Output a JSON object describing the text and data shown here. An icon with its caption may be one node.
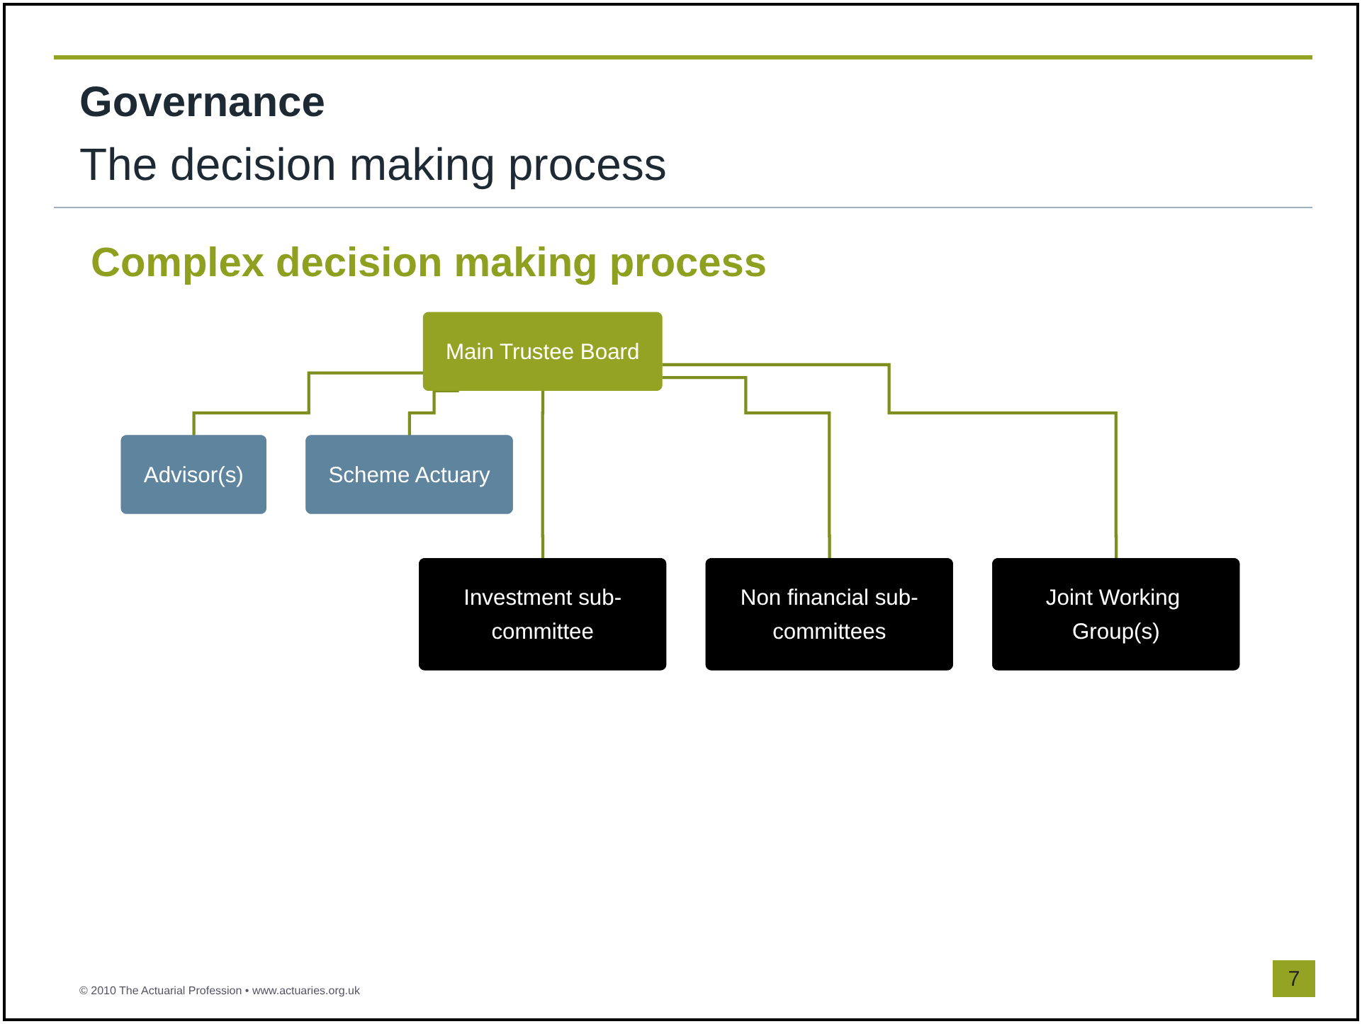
{
  "diagram": {
    "title": "Governance",
    "nodes": [
      {
        "text": [
          "Main Trustee Board"
        ]
      },
      {
        "text": [
          "Advisor(s)"
        ]
      },
      {
        "text": [
          "Scheme Actuary"
        ]
      },
      {
        "text": [
          "Investment sub-committee"
        ]
      },
      {
        "text": [
          "Non financial sub-committees"
        ]
      },
      {
        "text": [
          "Joint Working Group(s)"
        ]
      }
    ],
    "edges": [
      {
        "from": 0,
        "to": 1,
        "arrow": "none"
      },
      {
        "from": 0,
        "to": 2,
        "arrow": "none"
      },
      {
        "from": 0,
        "to": 3,
        "arrow": "none"
      },
      {
        "from": 0,
        "to": 4,
        "arrow": "none"
      },
      {
        "from": 0,
        "to": 5,
        "arrow": "none"
      }
    ],
    "labels": [
      "The decision making process",
      "Complex decision making process",
      "© 2010 The Actuarial Profession • www.actuaries.org.uk",
      "7"
    ]
  }
}
